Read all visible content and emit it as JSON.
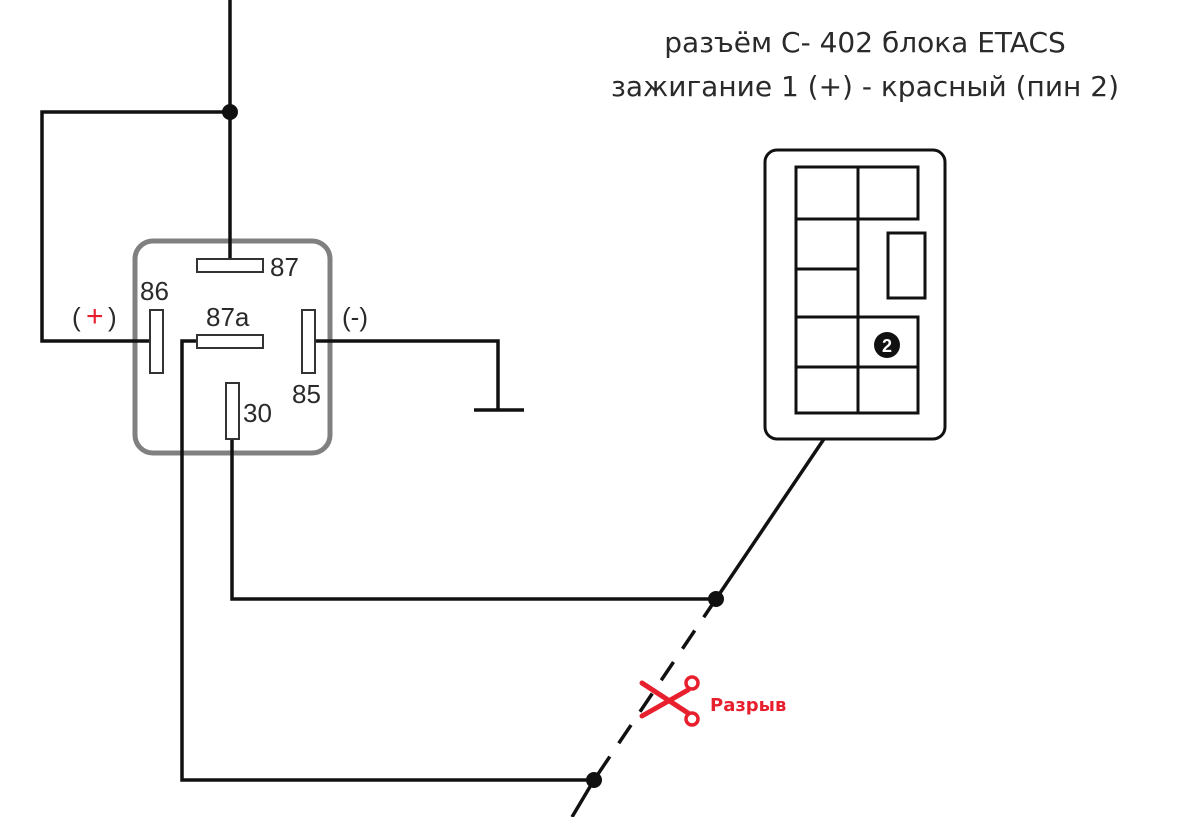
{
  "title": {
    "line1": "разъём С- 402 блока ETACS",
    "line2": "зажигание 1 (+) - красный (пин 2)"
  },
  "relay": {
    "pins": {
      "p87": "87",
      "p86": "86",
      "p87a": "87a",
      "p85": "85",
      "p30": "30"
    },
    "plus_left": "(",
    "plus_sign": "+",
    "plus_right": ")",
    "minus": "(-)"
  },
  "connector": {
    "name": "C-402",
    "highlighted_pin": "2"
  },
  "cut": {
    "label": "Разрыв",
    "icon": "scissors-icon"
  },
  "colors": {
    "accent": "#e8202e",
    "wire": "#111111",
    "relay_border": "#808080"
  }
}
